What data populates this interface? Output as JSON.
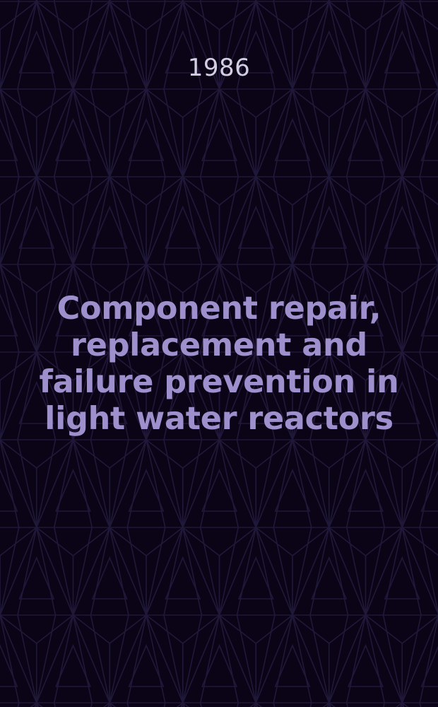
{
  "cover": {
    "year": "1986",
    "title_lines": [
      "Component repair,",
      "replacement and",
      "failure prevention in",
      "light water reactors"
    ],
    "colors": {
      "background": "#0b0417",
      "pattern_lines": "#1f1838",
      "title": "#9d90cd",
      "year": "#d3cfe2"
    }
  }
}
